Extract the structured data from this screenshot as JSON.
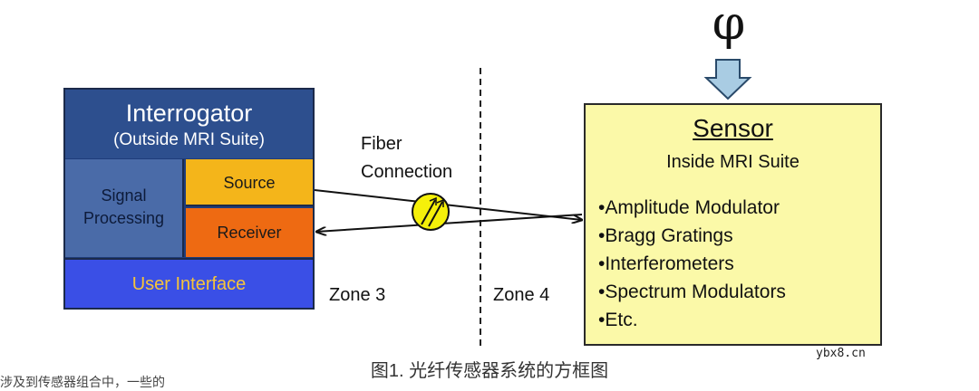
{
  "interrogator": {
    "title": "Interrogator",
    "subtitle": "(Outside MRI Suite)",
    "signal_processing": [
      "Signal",
      "Processing"
    ],
    "source": "Source",
    "receiver": "Receiver",
    "user_interface": "User Interface"
  },
  "fiber_label": [
    "Fiber",
    "Connection"
  ],
  "zones": {
    "left": "Zone 3",
    "right": "Zone 4"
  },
  "phi_symbol": "φ",
  "sensor": {
    "title": "Sensor",
    "subtitle": "Inside MRI Suite",
    "items": [
      "•Amplitude Modulator",
      "•Bragg Gratings",
      "•Interferometers",
      "•Spectrum Modulators",
      "•Etc."
    ]
  },
  "caption": "图1. 光纤传感器系统的方框图",
  "watermark": "ybx8.cn",
  "cutoff_text": "涉及到传感器组合中，一些的",
  "colors": {
    "interrogator_header": "#2d4f8e",
    "signal_processing": "#4a6ba8",
    "source": "#f4b51a",
    "receiver": "#ee6a12",
    "user_interface": "#3a4fe6",
    "sensor_fill": "#fbf9a8",
    "arrow_fill": "#a9cce3",
    "connector_fill": "#f5f00a"
  },
  "icons": {
    "connector": "fiber-connector-icon",
    "input_arrow": "down-arrow-icon"
  }
}
